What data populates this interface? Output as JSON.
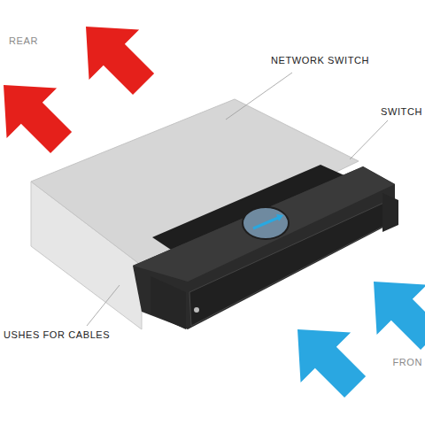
{
  "diagram": {
    "labels": [
      "REAR",
      "NETWORK SWITCH",
      "SWITCH",
      "USHES FOR CABLES",
      "FRON"
    ]
  }
}
